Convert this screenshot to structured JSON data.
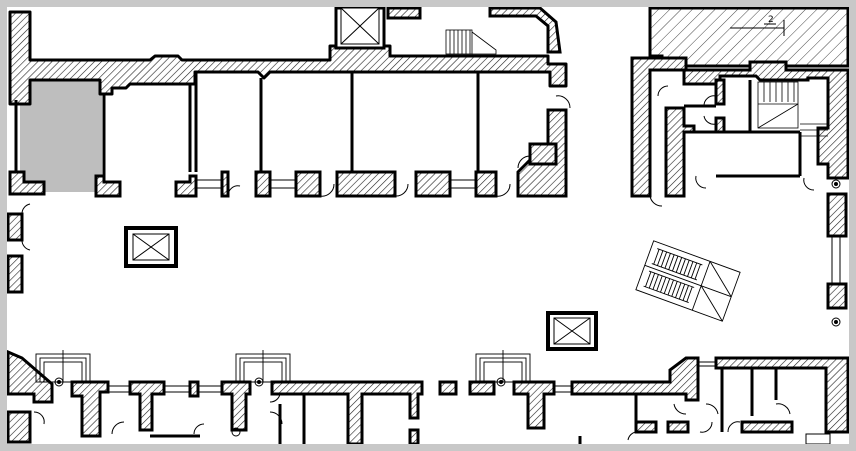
{
  "diagram": {
    "kind": "architectural floor plan",
    "hatch_color": "#222222",
    "wall_fill": "#ffffff",
    "highlight_color": "#bebebe",
    "background": "#ffffff",
    "frame_color": "#c8c8c8",
    "level_marker": "2",
    "rooms": [
      {
        "id": "room-highlighted",
        "highlighted": true
      },
      {
        "id": "room-1",
        "highlighted": false
      },
      {
        "id": "room-2",
        "highlighted": false
      },
      {
        "id": "room-3",
        "highlighted": false
      },
      {
        "id": "room-4",
        "highlighted": false
      },
      {
        "id": "room-5",
        "highlighted": false
      }
    ],
    "elevators": [
      {
        "id": "elevator-top"
      },
      {
        "id": "elevator-left"
      },
      {
        "id": "elevator-right"
      }
    ],
    "stairs": [
      {
        "id": "stair-top"
      },
      {
        "id": "stair-diagonal"
      },
      {
        "id": "stair-right"
      }
    ]
  }
}
